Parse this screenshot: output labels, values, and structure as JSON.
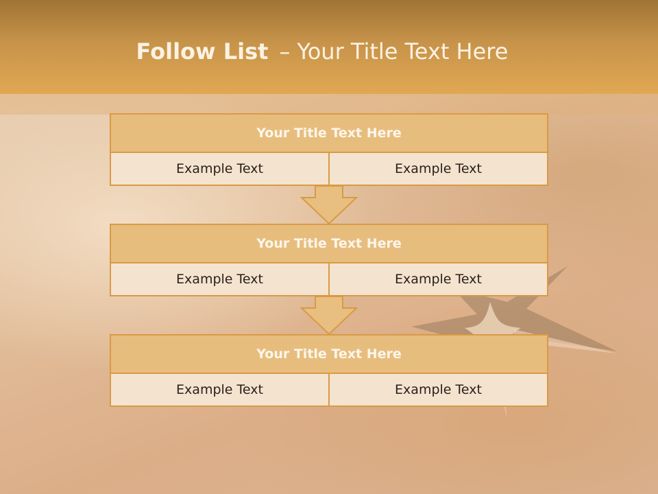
{
  "header": {
    "title_strong": "Follow List",
    "title_dash": "–",
    "title_rest": "Your Title Text Here"
  },
  "steps": [
    {
      "title": "Your Title Text Here",
      "left": "Example Text",
      "right": "Example Text"
    },
    {
      "title": "Your Title Text Here",
      "left": "Example Text",
      "right": "Example Text"
    },
    {
      "title": "Your Title Text Here",
      "left": "Example Text",
      "right": "Example Text"
    }
  ],
  "colors": {
    "header_top": "#9f7434",
    "header_bottom": "#e1a853",
    "box_border": "#d99a45",
    "box_header": "#e7bd7e",
    "box_body": "#f4e3cf",
    "arrow_fill": "#e8bf80"
  }
}
